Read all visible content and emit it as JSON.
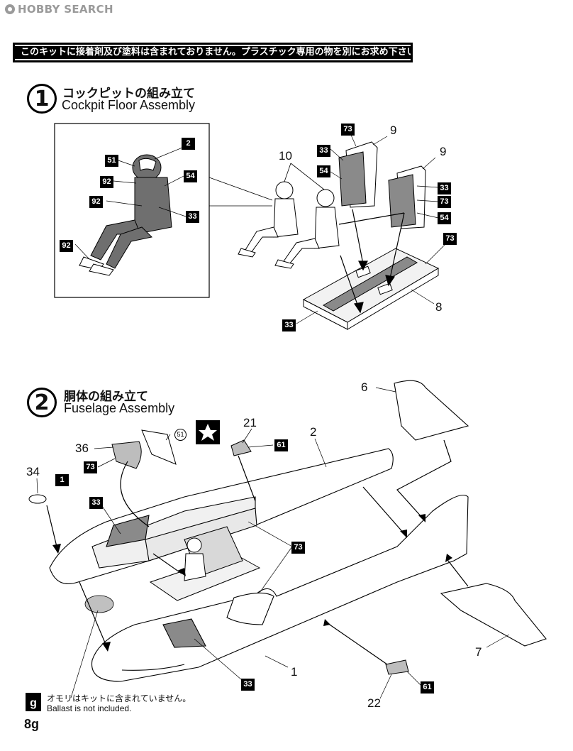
{
  "watermark": {
    "text": "HOBBY SEARCH"
  },
  "notice": {
    "text": "このキットに接着剤及び塗料は含まれておりません。プラスチック専用の物を別にお求め下さい。"
  },
  "step1": {
    "number": "1",
    "title_jp": "コックピットの組み立て",
    "title_en": "Cockpit Floor Assembly",
    "detail_badges": [
      "51",
      "92",
      "92",
      "92",
      "2",
      "54",
      "33"
    ],
    "labels": {
      "pilots": "10",
      "seat_left": "9",
      "seat_right": "9",
      "floor": "8",
      "seat_left_badges": [
        "73",
        "33",
        "54"
      ],
      "seat_right_badges": [
        "33",
        "73",
        "54"
      ],
      "floor_badge_right": "73",
      "floor_badge_left": "33"
    }
  },
  "step2": {
    "number": "2",
    "title_jp": "胴体の組み立て",
    "title_en": "Fuselage Assembly",
    "labels": {
      "part_34": "34",
      "badge_1": "1",
      "part_36": "36",
      "badge_73_canopy": "73",
      "badge_51": "51",
      "part_21": "21",
      "badge_61_top": "61",
      "part_2": "2",
      "part_6": "6",
      "badge_33_left": "33",
      "badge_73_mid": "73",
      "part_1": "1",
      "badge_33_bottom": "33",
      "part_22": "22",
      "badge_61_bottom": "61",
      "part_7": "7"
    },
    "ballast": {
      "icon": "g",
      "text_jp": "オモリはキットに含まれていません。",
      "text_en": "Ballast is not included.",
      "weight": "8g"
    }
  }
}
